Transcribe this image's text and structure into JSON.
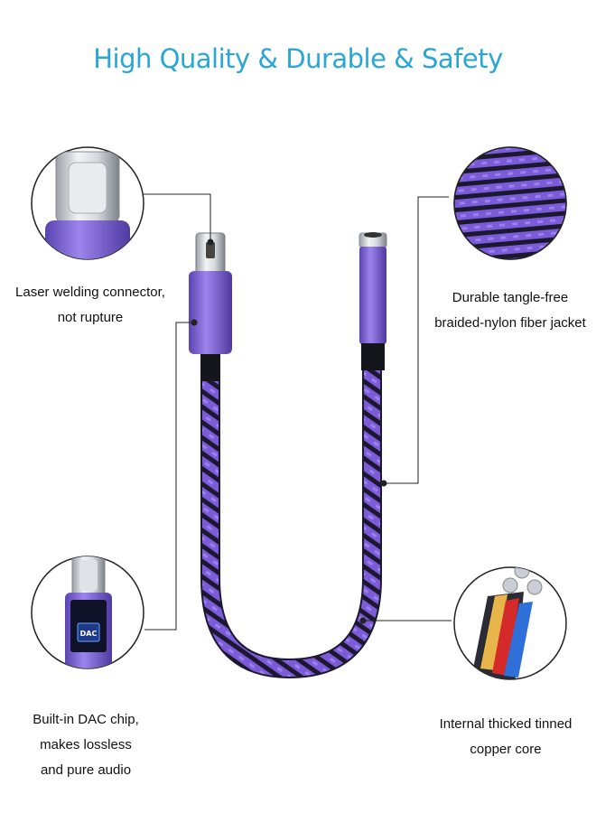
{
  "title": "High Quality & Durable & Safety",
  "colors": {
    "title": "#2aa6d6",
    "purple": "#7a5ad6",
    "purple_dark": "#3a2a7a",
    "braid_black": "#1a1a2a",
    "line": "#222222"
  },
  "callouts": {
    "connector": {
      "lines": [
        "Laser welding connector,",
        "not rupture"
      ],
      "icon": "usb-c-connector-icon"
    },
    "jacket": {
      "lines": [
        "Durable tangle-free",
        "braided-nylon fiber jacket"
      ],
      "icon": "braided-cable-icon"
    },
    "dac": {
      "lines": [
        "Built-in DAC chip,",
        "makes lossless",
        "and pure audio"
      ],
      "icon": "dac-chip-icon",
      "chip_label": "DAC"
    },
    "core": {
      "lines": [
        "Internal thicked tinned",
        "copper core"
      ],
      "icon": "copper-core-icon"
    }
  }
}
